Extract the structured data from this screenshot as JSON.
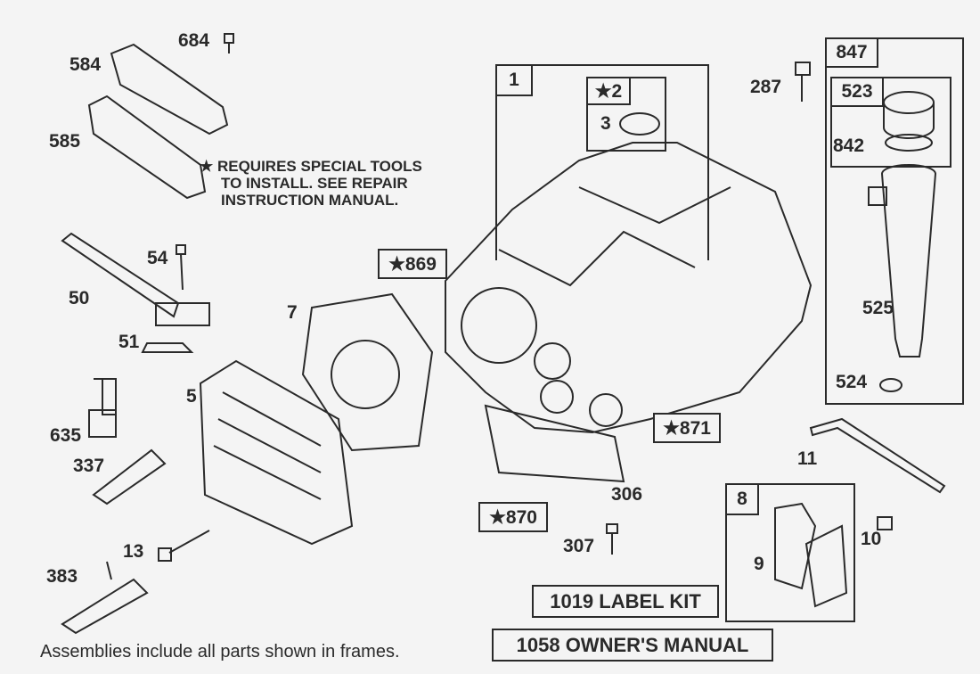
{
  "callouts": {
    "p684": "684",
    "p584": "584",
    "p585": "585",
    "p54": "54",
    "p50": "50",
    "p7": "7",
    "p51": "51",
    "p5": "5",
    "p635": "635",
    "p337": "337",
    "p13": "13",
    "p383": "383",
    "p3": "3",
    "p287": "287",
    "p842": "842",
    "p525": "525",
    "p524": "524",
    "p306": "306",
    "p307": "307",
    "p11": "11",
    "p9": "9",
    "p10": "10"
  },
  "starred": {
    "s2": "★2",
    "s869": "★869",
    "s871": "★871",
    "s870": "★870"
  },
  "frames": {
    "f1": "1",
    "f847": "847",
    "f523": "523",
    "f8": "8"
  },
  "note": {
    "line1": "★ REQUIRES SPECIAL TOOLS",
    "line2": "TO INSTALL.  SEE REPAIR",
    "line3": "INSTRUCTION MANUAL."
  },
  "kits": {
    "label_kit": "1019 LABEL KIT",
    "owners_manual": "1058 OWNER'S MANUAL"
  },
  "footer": "Assemblies include all parts shown in frames."
}
